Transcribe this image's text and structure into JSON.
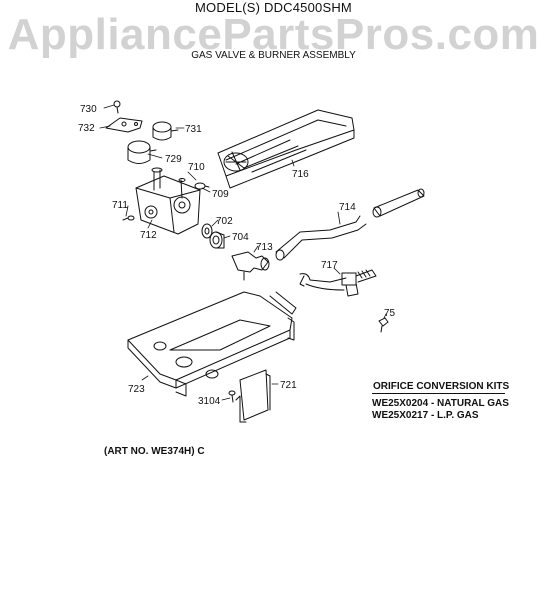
{
  "header": {
    "model": "MODEL(S) DDC4500SHM",
    "watermark": "AppliancePartsPros.com",
    "subtitle": "GAS VALVE & BURNER ASSEMBLY"
  },
  "callouts": {
    "p730": "730",
    "p732": "732",
    "p731": "731",
    "p729": "729",
    "p710": "710",
    "p709": "709",
    "p716": "716",
    "p711": "711",
    "p712": "712",
    "p702": "702",
    "p704": "704",
    "p713": "713",
    "p714": "714",
    "p717": "717",
    "p75": "75",
    "p723": "723",
    "p721": "721",
    "p3104": "3104"
  },
  "orifice_kits": {
    "title": "ORIFICE CONVERSION KITS",
    "kits": [
      {
        "part": "WE25X0204",
        "label": "- NATURAL GAS"
      },
      {
        "part": "WE25X0217",
        "label": "- L.P. GAS"
      }
    ]
  },
  "art_number": "(ART NO. WE374H) C"
}
